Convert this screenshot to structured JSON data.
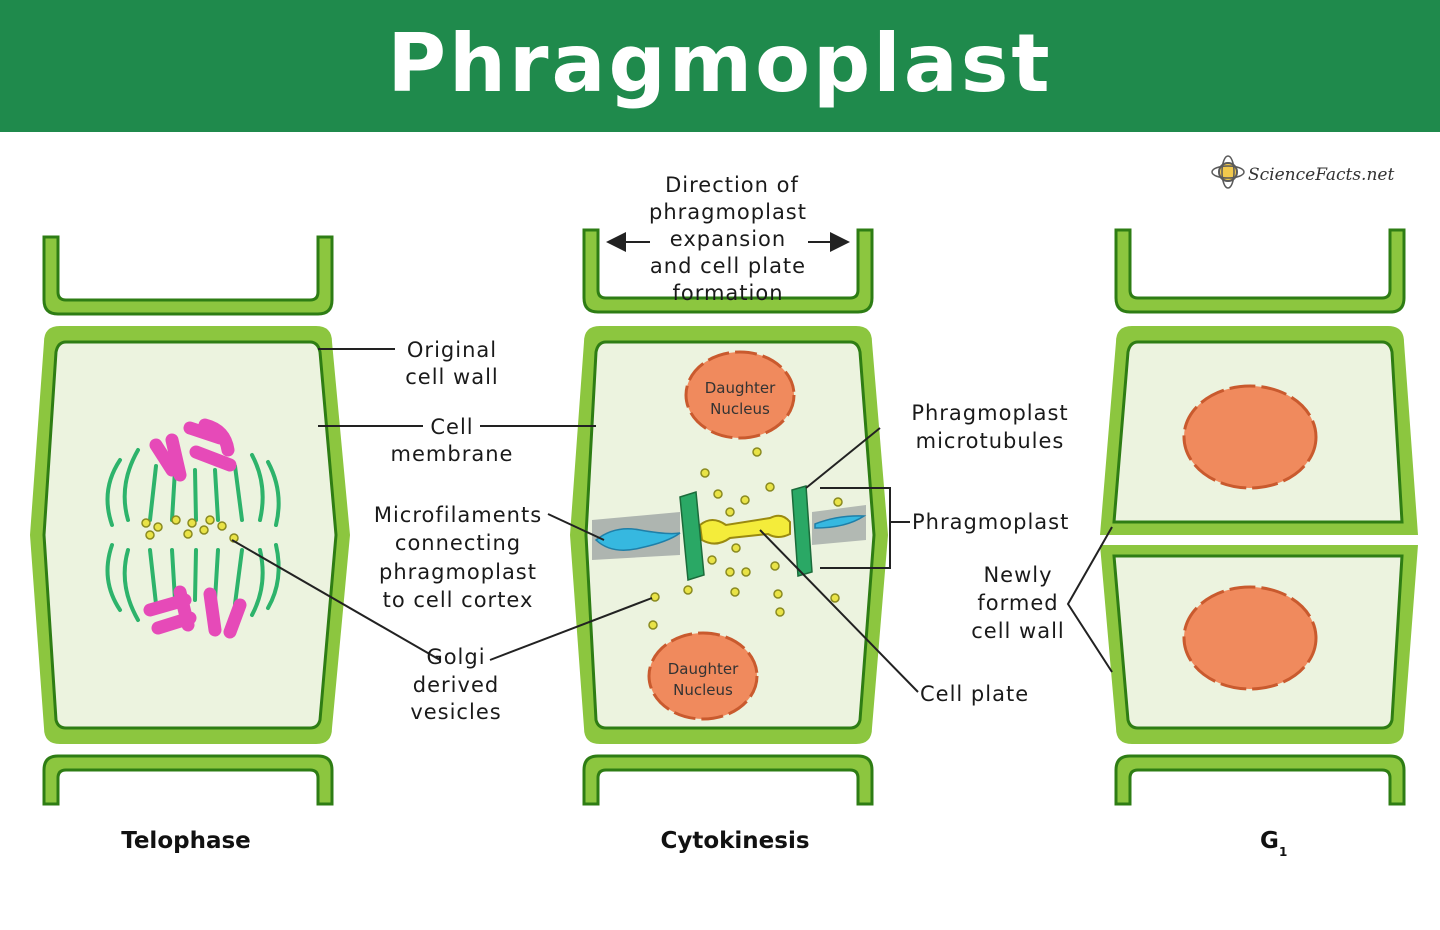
{
  "title": "Phragmoplast",
  "logo_text": "ScienceFacts.net",
  "colors": {
    "banner": "#1f8a4c",
    "cell_wall": "#8cc63f",
    "membrane": "#2e7d14",
    "cytoplasm": "#ecf3df",
    "nucleus": "#f08a5d",
    "chromosome": "#e64ab8",
    "microtubule": "#2db36b",
    "vesicle": "#e9e347",
    "microfilament": "#36b8e0"
  },
  "labels": {
    "direction": [
      "Direction of",
      "phragmoplast",
      "expansion",
      "and cell plate",
      "formation"
    ],
    "original_wall": [
      "Original",
      "cell wall"
    ],
    "cell_membrane": [
      "Cell",
      "membrane"
    ],
    "microfilaments": [
      "Microfilaments",
      "connecting",
      "phragmoplast",
      "to cell cortex"
    ],
    "golgi": [
      "Golgi",
      "derived",
      "vesicles"
    ],
    "phragmoplast_mt": [
      "Phragmoplast",
      "microtubules"
    ],
    "phragmoplast": "Phragmoplast",
    "newly_formed": [
      "Newly",
      "formed",
      "cell wall"
    ],
    "cell_plate": "Cell plate",
    "daughter_nucleus": [
      "Daughter",
      "Nucleus"
    ]
  },
  "stages": {
    "telophase": "Telophase",
    "cytokinesis": "Cytokinesis",
    "g1": "G",
    "g1_sub": "1"
  }
}
